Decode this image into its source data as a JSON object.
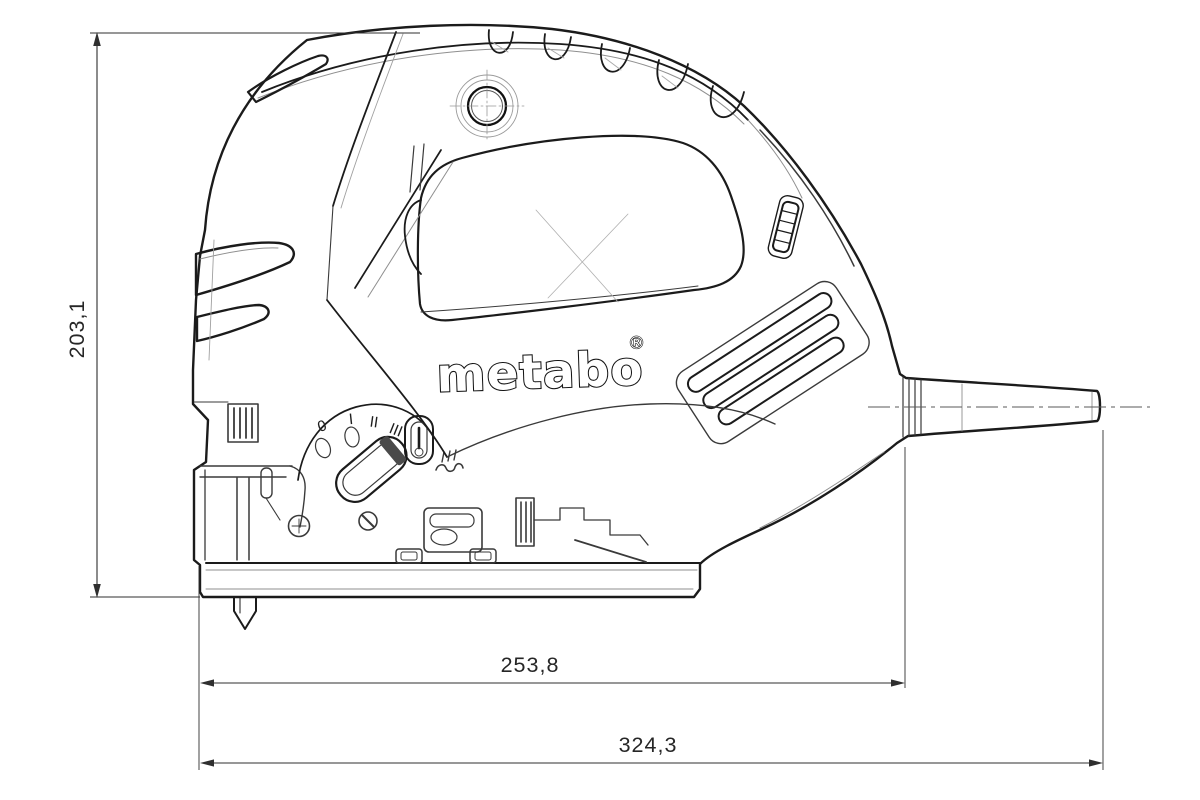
{
  "colors": {
    "background": "#ffffff",
    "outline": "#1b1b1b",
    "detail": "#3a3a3a",
    "thin": "#8f8f8f",
    "dimension": "#2f2f2f"
  },
  "brand": {
    "logo_text": "metabo",
    "registered_mark": "®"
  },
  "dimensions": {
    "height": "203,1",
    "body_length": "253,8",
    "overall_length": "324,3"
  },
  "pendulum_dial": {
    "marks": [
      "0",
      "I",
      "II",
      "III"
    ]
  }
}
